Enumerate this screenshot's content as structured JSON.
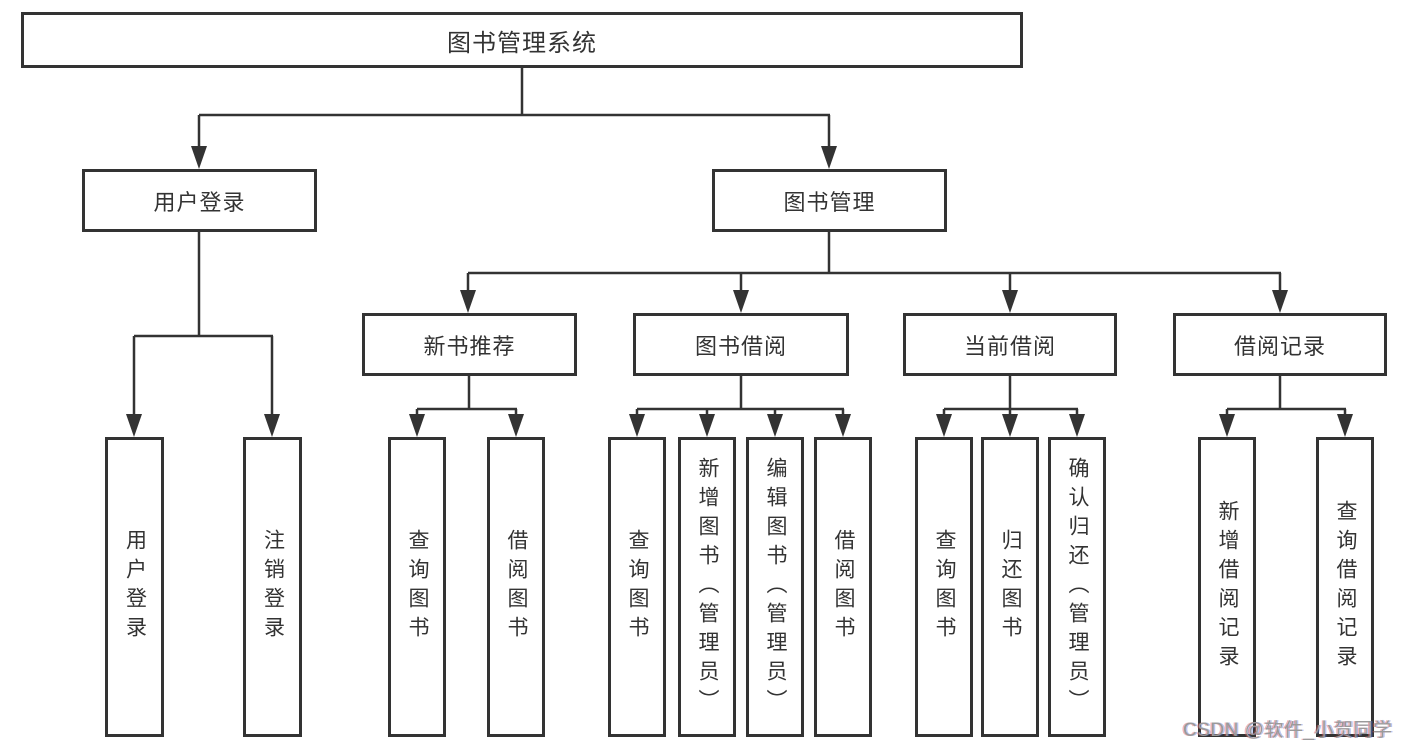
{
  "diagram": {
    "title": "图书管理系统",
    "level2": [
      {
        "label": "用户登录"
      },
      {
        "label": "图书管理"
      }
    ],
    "level3": [
      {
        "label": "新书推荐"
      },
      {
        "label": "图书借阅"
      },
      {
        "label": "当前借阅"
      },
      {
        "label": "借阅记录"
      }
    ],
    "leaves": [
      {
        "label": "用户登录"
      },
      {
        "label": "注销登录"
      },
      {
        "label": "查询图书"
      },
      {
        "label": "借阅图书"
      },
      {
        "label": "查询图书"
      },
      {
        "label": "新增图书（管理员）"
      },
      {
        "label": "编辑图书（管理员）"
      },
      {
        "label": "借阅图书"
      },
      {
        "label": "查询图书"
      },
      {
        "label": "归还图书"
      },
      {
        "label": "确认归还（管理员）"
      },
      {
        "label": "新增借阅记录"
      },
      {
        "label": "查询借阅记录"
      }
    ],
    "colors": {
      "line": "#333333",
      "text": "#333333",
      "background": "#ffffff"
    }
  },
  "watermark": {
    "text": "CSDN @软件_小贺同学",
    "color": "#9a9a9a"
  }
}
